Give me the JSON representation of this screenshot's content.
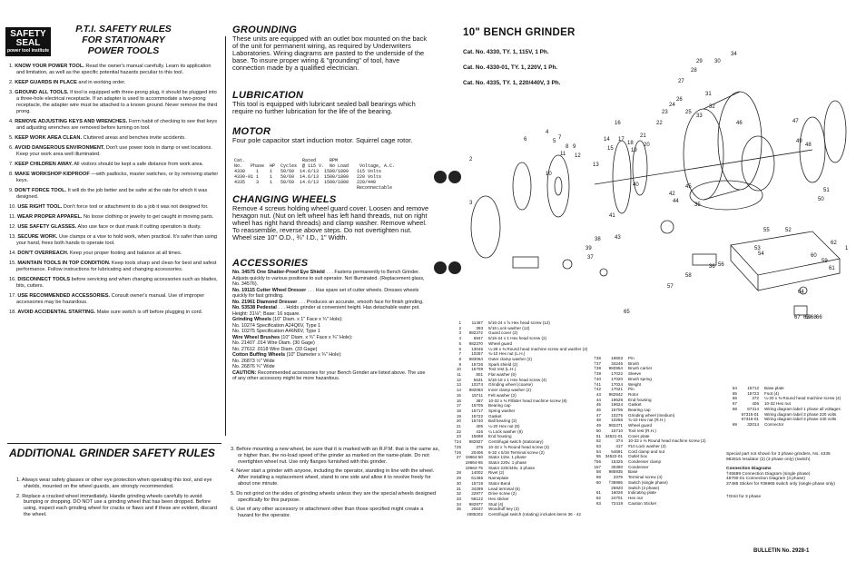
{
  "badge": {
    "line1": "SAFETY",
    "line2": "SEAL",
    "line3": "power tool institute"
  },
  "pti_title": {
    "line1": "P.T.I. SAFETY RULES",
    "line2": "FOR STATIONARY",
    "line3": "POWER TOOLS"
  },
  "rules": [
    {
      "num": "1.",
      "head": "KNOW YOUR POWER TOOL.",
      "text": "Read the owner's manual carefully. Learn its application and limitation, as well as the specific potential hazards peculiar to this tool."
    },
    {
      "num": "2.",
      "head": "KEEP GUARDS IN PLACE",
      "text": "and in working order."
    },
    {
      "num": "3.",
      "head": "GROUND ALL TOOLS.",
      "text": "If tool is equipped with three-prong plug, it should be plugged into a three-hole electrical receptacle. If an adapter is used to accommodate a two-prong receptacle, the adapter wire must be attached to a known ground. Never remove the third prong."
    },
    {
      "num": "4.",
      "head": "REMOVE ADJUSTING KEYS AND WRENCHES.",
      "text": "Form habit of checking to see that keys and adjusting wrenches are removed before turning on tool."
    },
    {
      "num": "5.",
      "head": "KEEP WORK AREA CLEAN.",
      "text": "Cluttered areas and benches invite accidents."
    },
    {
      "num": "6.",
      "head": "AVOID DANGEROUS ENVIRONMENT.",
      "text": "Don't use power tools in damp or wet locations. Keep your work area well illuminated."
    },
    {
      "num": "7.",
      "head": "KEEP CHILDREN AWAY.",
      "text": "All visitors should be kept a safe distance from work area."
    },
    {
      "num": "8.",
      "head": "MAKE WORKSHOP KIDPROOF",
      "text": "—with padlocks, master switches, or by removing starter keys."
    },
    {
      "num": "9.",
      "head": "DON'T FORCE TOOL.",
      "text": "It will do the job better and be safer at the rate for which it was designed."
    },
    {
      "num": "10.",
      "head": "USE RIGHT TOOL.",
      "text": "Don't force tool or attachment to do a job it was not designed for."
    },
    {
      "num": "11.",
      "head": "WEAR PROPER APPAREL.",
      "text": "No loose clothing or jewelry to get caught in moving parts."
    },
    {
      "num": "12.",
      "head": "USE SAFETY GLASSES.",
      "text": "Also use face or dust mask if cutting operation is dusty."
    },
    {
      "num": "13.",
      "head": "SECURE WORK.",
      "text": "Use clamps or a vise to hold work, when practical. It's safer than using your hand, frees both hands to operate tool."
    },
    {
      "num": "14.",
      "head": "DON'T OVERREACH.",
      "text": "Keep your proper footing and balance at all times."
    },
    {
      "num": "15.",
      "head": "MAINTAIN TOOLS IN TOP CONDITION.",
      "text": "Keep tools sharp and clean for best and safest performance. Follow instructions for lubricating and changing accessories."
    },
    {
      "num": "16.",
      "head": "DISCONNECT TOOLS",
      "text": "before servicing and when changing accessories such as blades, bits, cutters."
    },
    {
      "num": "17.",
      "head": "USE RECOMMENDED ACCESSORIES.",
      "text": "Consult owner's manual. Use of improper accessories may be hazardous."
    },
    {
      "num": "18.",
      "head": "AVOID ACCIDENTAL STARTING.",
      "text": "Make sure switch is off before plugging in cord."
    }
  ],
  "additional": {
    "title": "ADDITIONAL GRINDER SAFETY RULES",
    "items": [
      {
        "num": "1.",
        "text": "Always wear safety glasses or other eye protection when operating this tool, and eye shields, mounted on the wheel guards, are strongly recommended."
      },
      {
        "num": "2.",
        "text": "Replace a cracked wheel immediately. Handle grinding wheels carefully to avoid bumping or dropping. DO NOT use a grinding wheel that has been dropped. Before using, inspect each grinding wheel for cracks or flaws and if these are evident, discard the wheel."
      },
      {
        "num": "3.",
        "text": "Before mounting a new wheel, be sure that it is marked with an R.P.M. that is the same as, or higher than, the no-load speed of the grinder as marked on the name-plate. Do not overtighten wheel nut. Use only flanges furnished with this grinder."
      },
      {
        "num": "4.",
        "text": "Never start a grinder with anyone, including the operator, standing in line with the wheel. After installing a replacement wheel, stand to one side and allow it to revolve freely for about one minute."
      },
      {
        "num": "5.",
        "text": "Do not grind on the sides of grinding wheels unless they are the special wheels designed specifically for this purpose."
      },
      {
        "num": "6.",
        "text": "Use of any other accessory or attachment other than those specified might create a hazard for the operator."
      }
    ]
  },
  "grounding": {
    "title": "GROUNDING",
    "text": "These units are equipped with an outlet box mounted on the back of the unit for permanent wiring, as required by Underwriters Laboratories. Wiring diagrams are pasted to the underside of the base. To insure proper wiring & \"grounding\" of tool, have connection made by a qualified electrician."
  },
  "lubrication": {
    "title": "LUBRICATION",
    "text": "This tool is equipped with lubricant sealed ball bearings which require no further lubrication for the life of the bearing."
  },
  "motor": {
    "title": "MOTOR",
    "text": "Four pole capacitor start induction motor. Squirrel cage rotor.",
    "table": "Cat.                     Rated     RPM\nNo.   Phase  HP  Cycles  @ 115 V.  No Load    Voltage, A.C.\n4330    1    1   50/60  14.6/13  1500/1800   115 Volts\n4330-01 1    1   50/60  14.6/13  1500/1800   220 Volts\n4335    3    1   50/60  14.6/13  1500/1800   220/440\n                                             Reconnectable"
  },
  "changing_wheels": {
    "title": "CHANGING WHEELS",
    "text": "Remove 4 screws holding wheel guard cover. Loosen and remove hexagon nut. (Nut on left wheel has left hand threads, nut on right wheel has right hand threads) and clamp washer. Remove wheel. To reassemble, reverse above steps. Do not overtighten nut. Wheel size 10\" O.D., ¾\" I.D., 1\" Width."
  },
  "accessories": {
    "title": "ACCESSORIES",
    "lines": [
      {
        "b": "No. 34575 One Shatter-Proof Eye Shield",
        "t": " . . . Fastens permanently to Bench Grinder. Adjusts quickly to various positions to suit operator. Not Illuminated. (Replacement glass, No. 34576)."
      },
      {
        "b": "No. 19115 Cutter Wheel Dresser",
        "t": " . . . Has spare set of cutter wheels. Dresses wheels quickly for fast grinding."
      },
      {
        "b": "No. 21961 Diamond Dresser",
        "t": " . . . Produces an accurate, smooth face for finish grinding."
      },
      {
        "b": "No. 53538 Pedestal",
        "t": " . . . Holds grinder at convenient height. Has detachable water pot. Height: 31⅛\"; Base: 16 square."
      },
      {
        "b": "Grinding Wheels",
        "t": " (10\" Diam. x 1\" Face x ¾\" Hole):"
      },
      {
        "b": "",
        "t": "No. 10274  Specification A24Q6V, Type 1"
      },
      {
        "b": "",
        "t": "No. 10275  Specification A46N6V, Type 1"
      },
      {
        "b": "Wire Wheel Brushes",
        "t": " (10\" Diam. x ¾\" Face x ¾\" Hole):"
      },
      {
        "b": "",
        "t": "No. 21407  .014 Wire Diam. (30 Gage)"
      },
      {
        "b": "",
        "t": "No. 27612  .0118 Wire Diam. (33 Gage)"
      },
      {
        "b": "Cotton Buffing Wheels",
        "t": " (10\" Diameter x ¾\" Hole):"
      },
      {
        "b": "",
        "t": "No. 26873  ½\" Wide"
      },
      {
        "b": "",
        "t": "No. 26876  ¾\" Wide"
      },
      {
        "b": "CAUTION:",
        "t": " Recommended accessories for your Bench Grinder are listed above. The use of any other accessory might be more hazardous."
      }
    ]
  },
  "main_title": "10\" BENCH GRINDER",
  "catalog": [
    "Cat. No. 4330, TY. 1, 115V, 1 Ph.",
    "Cat. No. 4330-01, TY. 1, 220V, 1 Ph.",
    "Cat. No. 4335, TY. 1, 220/440V, 3 Ph."
  ],
  "parts_col1": [
    [
      "1",
      "11467",
      "5/16-24 x ⅝ Hex head screw (12)"
    ],
    [
      "2",
      "393",
      "5/16 Lock washer (12)"
    ],
    [
      "3",
      "982372",
      "Guard cover (2)"
    ],
    [
      "4",
      "6947",
      "5/16-24 x 1 Hex head screw (2)"
    ],
    [
      "5",
      "982370",
      "Wheel guard"
    ],
    [
      "6",
      "13045",
      "¼-28 x ⅜ Round head machine screw and washer (2)"
    ],
    [
      "7",
      "10257",
      "¾-10 Hex nut (L.H.)"
    ],
    [
      "8",
      "983064",
      "Outer clamp washer (2)"
    ],
    [
      "9",
      "15726",
      "Spark shield (2)"
    ],
    [
      "10",
      "15709",
      "Tool rest (L.H.)"
    ],
    [
      "11",
      "801",
      "Flat washer (6)"
    ],
    [
      "12",
      "5531",
      "5/16-18 x 1 Hex head screw (4)"
    ],
    [
      "13",
      "10274",
      "Grinding wheel (coarse)"
    ],
    [
      "14",
      "982063",
      "Inner clamp washer (2)"
    ],
    [
      "15",
      "15711",
      "Felt washer (2)"
    ],
    [
      "16",
      "387",
      "10-32 x ⅜ Fillister head machine screw (8)"
    ],
    [
      "17",
      "15705",
      "Bearing cap"
    ],
    [
      "18",
      "15717",
      "Spring washer"
    ],
    [
      "19",
      "15722",
      "Gasket"
    ],
    [
      "20",
      "15740",
      "Ball bearing (2)"
    ],
    [
      "21",
      "405",
      "¼-20 Hex nut (8)"
    ],
    [
      "22",
      "416",
      "¼ Lock washer (8)"
    ],
    [
      "23",
      "15698",
      "End housing"
    ],
    [
      "†24",
      "982927",
      "Centrifugal switch (stationary)"
    ],
    [
      "†25",
      "375",
      "10-32 x ⅝ Round head screw (3)"
    ],
    [
      "†26",
      "20406",
      "6-32 x 5/16 Terminal screw (2)"
    ],
    [
      "27",
      "19664-50",
      "Stator 115v. 1 phase"
    ],
    [
      "",
      "19664-65",
      "Stator 220v. 1 phase"
    ],
    [
      "",
      "19664-75",
      "Stator 220/440v. 3 phase"
    ],
    [
      "28",
      "14002",
      "Rivet (2)"
    ],
    [
      "29",
      "61465",
      "Nameplate"
    ],
    [
      "30",
      "15719",
      "Stator Band"
    ],
    [
      "31",
      "34289",
      "Lead terminal (6)"
    ],
    [
      "32",
      "22977",
      "Drive screw (2)"
    ],
    [
      "33",
      "58122",
      "Hex sticker"
    ],
    [
      "34",
      "982977",
      "Stud (4)"
    ],
    [
      "35",
      "20637",
      "Woodruff key (2)"
    ],
    [
      "",
      "1985202",
      "Centrifugal switch (rotating) includes items 36 - 42"
    ]
  ],
  "parts_col2": [
    [
      "†36",
      "19603",
      "Pin"
    ],
    [
      "†37",
      "34246",
      "Brush"
    ],
    [
      "†38",
      "982954",
      "Brush carrier"
    ],
    [
      "†39",
      "17022",
      "Sleeve"
    ],
    [
      "†40",
      "17020",
      "Brush spring"
    ],
    [
      "†41",
      "17024",
      "Weight"
    ],
    [
      "†42",
      "17021",
      "Pin"
    ],
    [
      "43",
      "982942",
      "Rotor"
    ],
    [
      "44",
      "19628",
      "End housing"
    ],
    [
      "45",
      "19624",
      "Gasket"
    ],
    [
      "46",
      "15706",
      "Bearing cap"
    ],
    [
      "47",
      "10275",
      "Grinding wheel (medium)"
    ],
    [
      "48",
      "10256",
      "¾-10 Hex nut (R.H.)"
    ],
    [
      "49",
      "982371",
      "Wheel guard"
    ],
    [
      "50",
      "15710",
      "Tool rest (R.H.)"
    ],
    [
      "51",
      "34521-01",
      "Cover plate"
    ],
    [
      "52",
      "374",
      "10-32 x ⅜ Round head machine screw (2)"
    ],
    [
      "53",
      "417",
      "#10 Lock washer (3)"
    ],
    [
      "54",
      "54691",
      "Cord clamp and nut"
    ],
    [
      "55",
      "34522-01",
      "Outlet box"
    ],
    [
      "†56",
      "15325",
      "Condenser clamp"
    ],
    [
      "157",
      "30390",
      "Condenser"
    ],
    [
      "58",
      "985935",
      "Base"
    ],
    [
      "59",
      "2379",
      "Terminal screw (4)"
    ],
    [
      "60",
      "†36965",
      "Switch (single phase)"
    ],
    [
      "",
      "25820",
      "Switch (3 phase)"
    ],
    [
      "61",
      "16026",
      "Indicating plate"
    ],
    [
      "62",
      "24701",
      "Hex nut"
    ],
    [
      "63",
      "72418",
      "Caution Sticker"
    ]
  ],
  "parts_col3": [
    [
      "64",
      "15712",
      "Base plate"
    ],
    [
      "65",
      "15723",
      "Foot (4)"
    ],
    [
      "66",
      "372",
      "¼-20 x ⅜ Round head machine screw (4)"
    ],
    [
      "67",
      "406",
      "10-32 Hex nut"
    ],
    [
      "68",
      "67314",
      "Wiring diagram label 1 phase all voltages"
    ],
    [
      "",
      "67315-01",
      "Wiring diagram label 3 phase 220 volts"
    ],
    [
      "",
      "67316-01",
      "Wiring diagram label 3 phase 440 volts"
    ],
    [
      "69",
      "32014",
      "Connector"
    ]
  ],
  "notes": {
    "special": "Special part not shown for 3 phase grinders, No. 4335",
    "special_part": "982816     Insulator (2) (3 phase only) (switch)",
    "conn_title": "Connection Diagrams",
    "conn1": "†45689    Connection Diagram (single phase)",
    "conn2": "45700-01  Connection Diagram (3 phase)",
    "conn3": "37485     Sticker for #36965 switch only (single phase only)",
    "omit": "†Omit for 3 phase"
  },
  "bulletin": "BULLETIN No. 2928-1",
  "diagram_labels": [
    "1",
    "2",
    "3",
    "4",
    "5",
    "6",
    "7",
    "8",
    "9",
    "10",
    "11",
    "12",
    "13",
    "14",
    "15",
    "16",
    "17",
    "18",
    "19",
    "20",
    "21",
    "22",
    "23",
    "24",
    "25",
    "26",
    "27",
    "28",
    "29",
    "30",
    "31",
    "32",
    "33",
    "34",
    "35",
    "36",
    "37",
    "38",
    "39",
    "40",
    "41",
    "42",
    "43",
    "44",
    "45",
    "46",
    "47",
    "48",
    "49",
    "50",
    "51",
    "52",
    "53",
    "54",
    "55",
    "56",
    "57",
    "58",
    "59",
    "60",
    "61",
    "62",
    "63",
    "64",
    "65",
    "66",
    "67",
    "68",
    "69"
  ]
}
